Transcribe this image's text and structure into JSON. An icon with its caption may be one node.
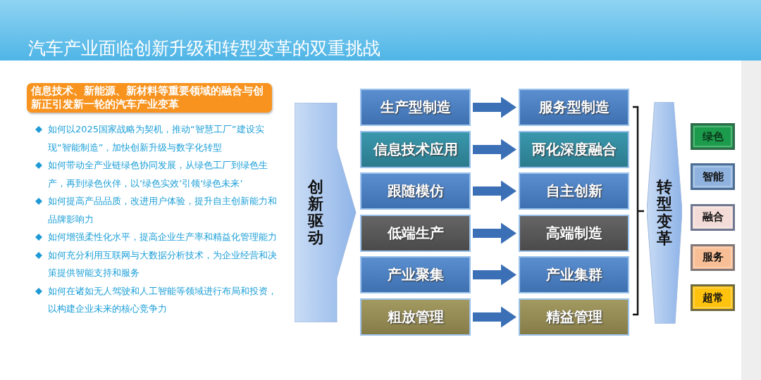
{
  "diagram": {
    "title": "汽车产业面临创新升级和转型变革的双重挑战",
    "nodes": [
      {
        "text": [
          "信息技术、新能源、新材料等重要领域的融合与创新正引发新一轮的汽车产业变革"
        ]
      },
      {
        "text": [
          "创新驱动"
        ]
      },
      {
        "text": [
          "生产型制造"
        ]
      },
      {
        "text": [
          "服务型制造"
        ]
      },
      {
        "text": [
          "信息技术应用"
        ]
      },
      {
        "text": [
          "两化深度融合"
        ]
      },
      {
        "text": [
          "跟随模仿"
        ]
      },
      {
        "text": [
          "自主创新"
        ]
      },
      {
        "text": [
          "低端生产"
        ]
      },
      {
        "text": [
          "高端制造"
        ]
      },
      {
        "text": [
          "产业聚集"
        ]
      },
      {
        "text": [
          "产业集群"
        ]
      },
      {
        "text": [
          "粗放管理"
        ]
      },
      {
        "text": [
          "精益管理"
        ]
      },
      {
        "text": [
          "转型变革"
        ]
      },
      {
        "text": [
          "绿色"
        ]
      },
      {
        "text": [
          "智能"
        ]
      },
      {
        "text": [
          "融合"
        ]
      },
      {
        "text": [
          "服务"
        ]
      },
      {
        "text": [
          "超常"
        ]
      }
    ],
    "edges": [
      {
        "from": 2,
        "to": 3,
        "arrow": "to"
      },
      {
        "from": 4,
        "to": 5,
        "arrow": "to"
      },
      {
        "from": 6,
        "to": 7,
        "arrow": "to"
      },
      {
        "from": 8,
        "to": 9,
        "arrow": "to"
      },
      {
        "from": 10,
        "to": 11,
        "arrow": "to"
      },
      {
        "from": 12,
        "to": 13,
        "arrow": "to"
      }
    ],
    "labels": [
      "如何以2025国家战略为契机，推动“智慧工厂”建设实现“智能制造”，加快创新升级与数字化转型",
      "如何带动全产业链绿色协同发展，从绿色工厂到绿色生产，再到绿色伙伴，以‘绿色实效’引领‘绿色未来’",
      "如何提高产品品质，改进用户体验，提升自主创新能力和品牌影响力",
      "如何增强柔性化水平，提高企业生产率和精益化管理能力",
      "如何充分利用互联网与大数据分析技术，为企业经营和决策提供智能支持和服务",
      "如何在诸如无人驾驶和人工智能等领域进行布局和投资，以构建企业未来的核心竞争力"
    ]
  }
}
